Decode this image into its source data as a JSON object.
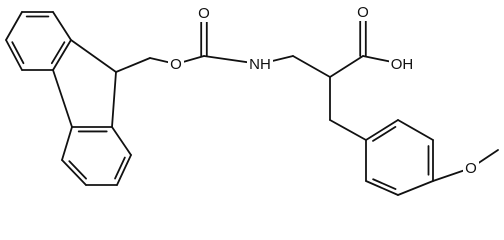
{
  "molecule": {
    "atom_labels": {
      "carbonyl_o": "O",
      "ester_o": "O",
      "amine_nh": "NH",
      "acid_o": "O",
      "acid_oh": "OH",
      "methoxy_o": "O"
    },
    "colors": {
      "bond": "#111111",
      "background": "#ffffff"
    }
  }
}
